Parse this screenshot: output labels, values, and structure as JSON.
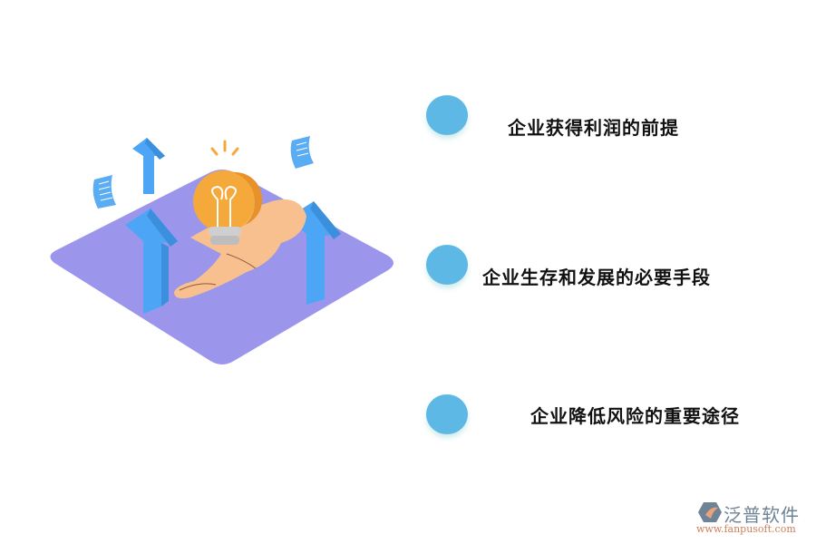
{
  "items": [
    {
      "label": "企业获得利润的前提"
    },
    {
      "label": "企业生存和发展的必要手段"
    },
    {
      "label": "企业降低风险的重要途径"
    }
  ],
  "logo": {
    "name": "泛普软件",
    "url": "www.fanpusoft.com"
  },
  "colors": {
    "dot": "#5db8e6",
    "platform": "#9b96ec",
    "arrow": "#4da6f5",
    "bulb": "#f5a93a",
    "hand": "#f8c08e"
  }
}
